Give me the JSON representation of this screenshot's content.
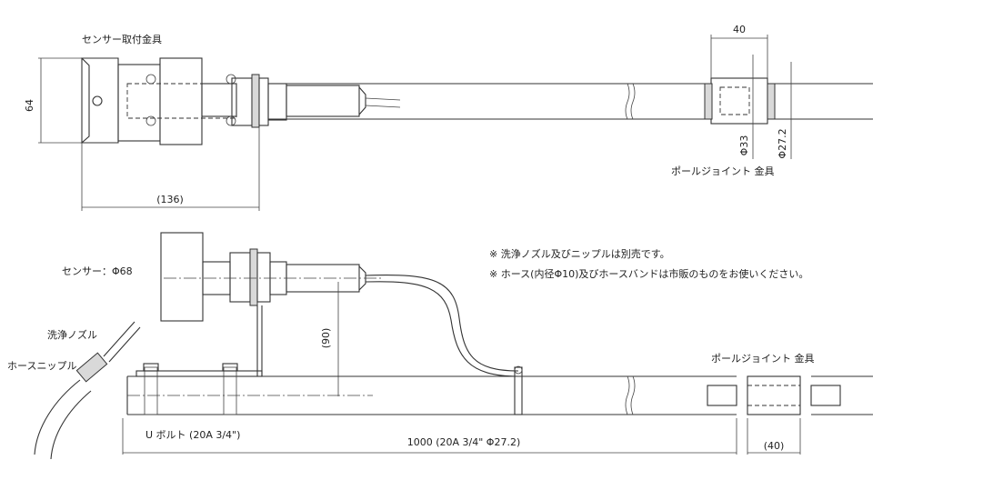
{
  "labels": {
    "sensor_bracket": "センサー取付金具",
    "pole_joint_top": "ポールジョイント 金具",
    "pole_joint_bottom": "ポールジョイント 金具",
    "sensor": "センサー：Φ68",
    "wash_nozzle": "洗浄ノズル",
    "hose_nipple": "ホースニップル",
    "u_bolt": "U ボルト (20A 3/4\")",
    "note_1": "※ 洗浄ノズル及びニップルは別売です。",
    "note_2": "※ ホース(内径Φ10)及びホースバンドは市販のものをお使いください。"
  },
  "dimensions": {
    "height_64": "64",
    "width_136": "(136)",
    "width_40": "40",
    "dia_33": "Φ33",
    "dia_27_2": "Φ27.2",
    "offset_90": "(90)",
    "length_1000": "1000 (20A 3/4\"  Φ27.2)",
    "joint_40": "(40)"
  },
  "colors": {
    "line": "#333333",
    "part_fill": "#d9d9d9"
  }
}
